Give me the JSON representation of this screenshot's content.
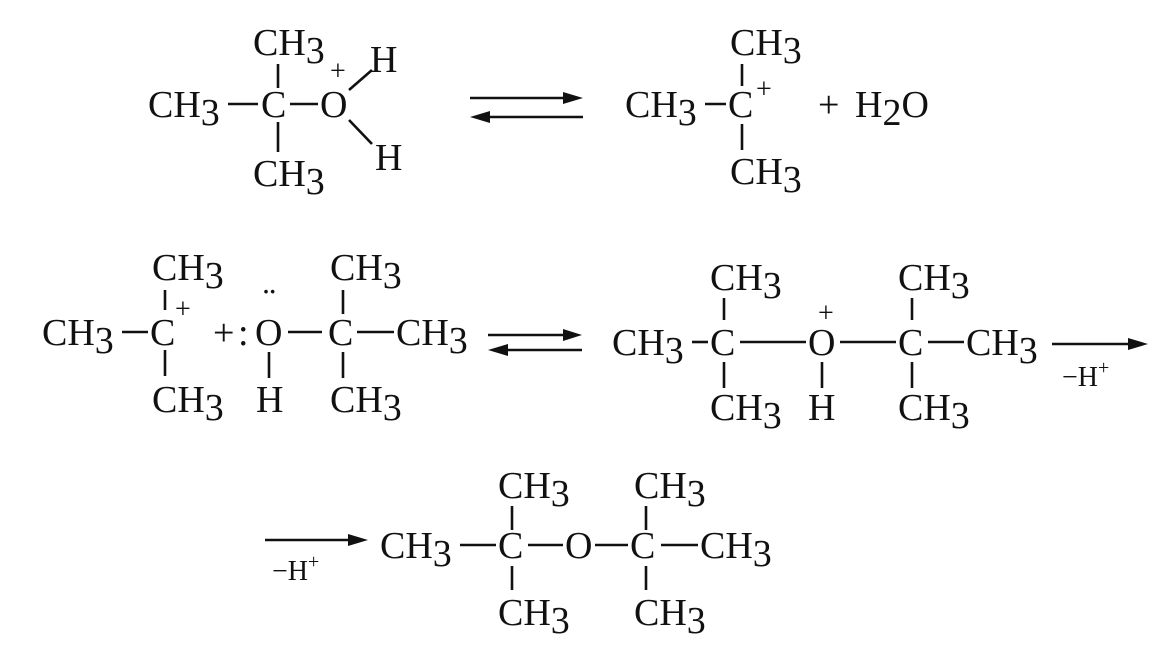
{
  "atoms": {
    "ch3": "CH",
    "c": "C",
    "o": "O",
    "h": "H",
    "h2o": "H",
    "o_water": "O",
    "three": "3",
    "two": "2",
    "plus": "+",
    "charge": "+",
    "lone_pair": ":",
    "lone_pair_top": "¨"
  },
  "arrows": {
    "step3_label": "−H",
    "step4_label": "−H",
    "label_charge": "+"
  }
}
